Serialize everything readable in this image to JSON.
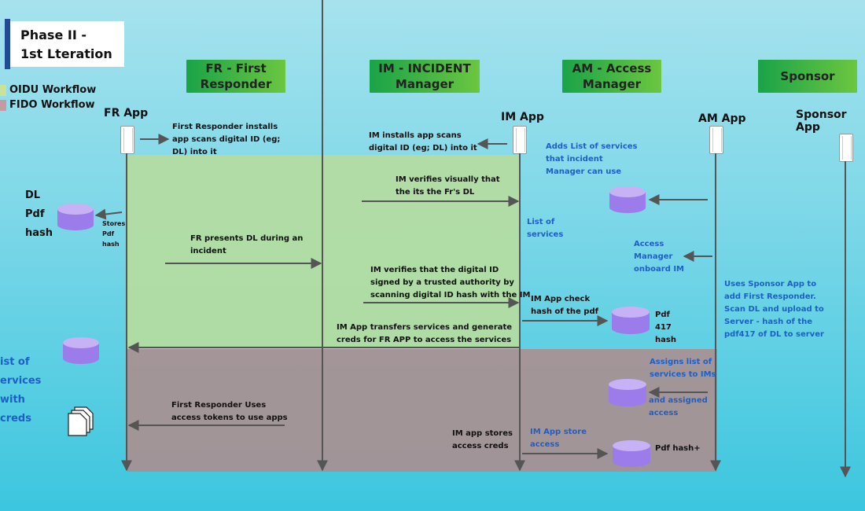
{
  "phase": {
    "line1": "Phase II -",
    "line2": "1st Lteration"
  },
  "legend": {
    "oidu": {
      "label": "OIDU Workflow",
      "color": "#b5dc9f"
    },
    "fido": {
      "label": "FIDO Workflow",
      "color": "#c49ba0"
    }
  },
  "roles": {
    "fr": "FR - First\nResponder",
    "im": "IM - INCIDENT\nManager",
    "am": "AM - Access\nManager",
    "sponsor": "Sponsor"
  },
  "apps": {
    "fr": "FR App",
    "im": "IM App",
    "am": "AM App",
    "sponsor": "Sponsor App"
  },
  "left_labels": {
    "dl_pdf_hash": "DL\nPdf\nhash",
    "stores_pdf_hash": "Stores\nPdf\nhash",
    "list_of_services": "ist of\nervices\nwith\ncreds"
  },
  "steps": {
    "fr_install": "First Responder installs\napp scans digital ID (eg;\nDL) into it",
    "im_install": "IM installs app scans\ndigital ID (eg; DL) into it",
    "adds_services": "Adds List of services\nthat incident\nManager can use",
    "im_verifies_visual": "IM verifies visually that\nthe its the Fr's DL",
    "list_of_services": "List of\nservices",
    "fr_presents": "FR presents DL during an\nincident",
    "access_manager_onboard": "Access\nManager\nonboard IM",
    "im_verifies_signed": "IM verifies that the digital ID\nsigned by a trusted authority by\nscanning digital ID hash with the IM",
    "sponsor_note": "Uses Sponsor App to\nadd First Responder.\nScan DL and upload to\nServer - hash of the\npdf417 of DL to server",
    "im_check_hash": "IM App check\nhash of the pdf",
    "pdf417_hash": "Pdf\n417\nhash",
    "im_transfers": "IM App transfers services and generate\ncreds for FR APP to access the services",
    "assigns_services": "Assigns list of\nservices to IMs",
    "and_assigned": "and assigned\naccess",
    "fr_uses_tokens": "First Responder Uses\naccess tokens to use apps",
    "im_stores_creds": "IM app stores\naccess creds",
    "im_store_access": "IM App store\naccess",
    "pdf_hash_plus": "Pdf hash+"
  }
}
